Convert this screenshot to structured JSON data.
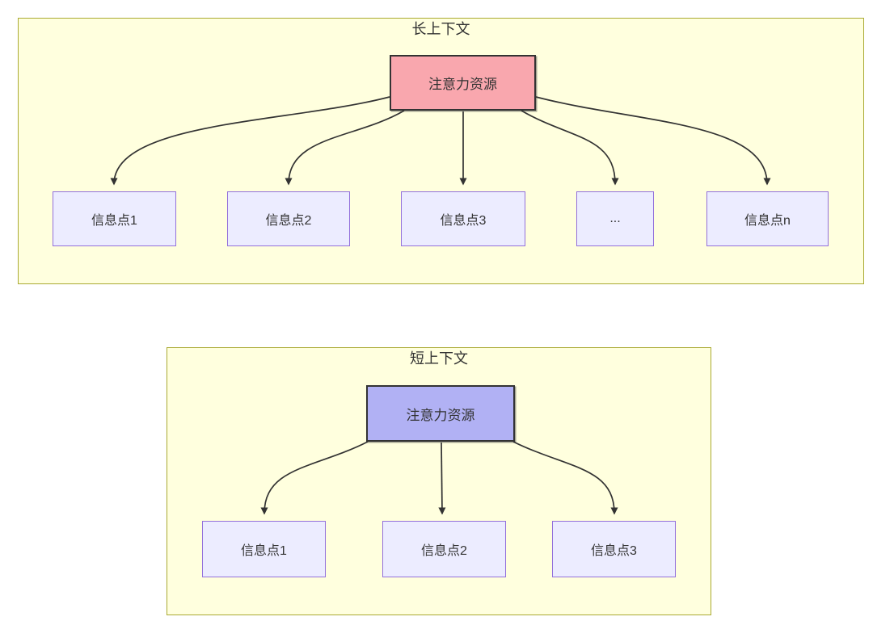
{
  "long_context": {
    "title": "长上下文",
    "attention_label": "注意力资源",
    "info_points": [
      {
        "label": "信息点1"
      },
      {
        "label": "信息点2"
      },
      {
        "label": "信息点3"
      },
      {
        "label": "..."
      },
      {
        "label": "信息点n"
      }
    ]
  },
  "short_context": {
    "title": "短上下文",
    "attention_label": "注意力资源",
    "info_points": [
      {
        "label": "信息点1"
      },
      {
        "label": "信息点2"
      },
      {
        "label": "信息点3"
      }
    ]
  },
  "colors": {
    "cluster_fill": "#ffffde",
    "cluster_border": "#aaaa33",
    "info_node_fill": "#ececff",
    "info_node_border": "#9370db",
    "attention_long_fill": "#f9a7ae",
    "attention_short_fill": "#b1b1f4",
    "attention_border": "#333333",
    "edge_color": "#333333",
    "text_color": "#333333",
    "background": "#ffffff"
  }
}
